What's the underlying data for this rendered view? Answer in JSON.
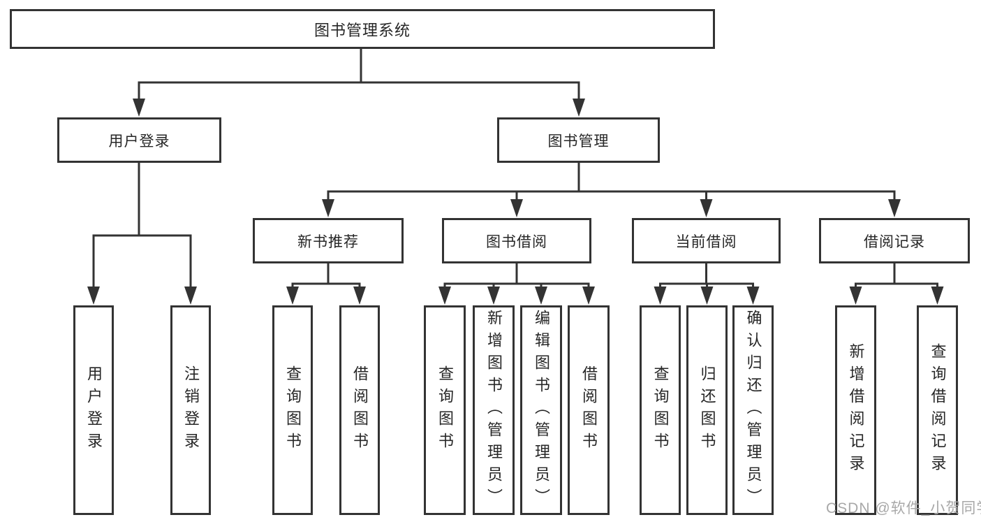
{
  "diagram": {
    "root": {
      "label": "图书管理系统"
    },
    "user_login": {
      "label": "用户登录",
      "children": [
        "用户登录",
        "注销登录"
      ]
    },
    "book_mgmt": {
      "label": "图书管理",
      "sections": {
        "new_books": {
          "label": "新书推荐",
          "children": [
            "查询图书",
            "借阅图书"
          ]
        },
        "book_borrow": {
          "label": "图书借阅",
          "children": [
            "查询图书",
            "新增图书（管理员）",
            "编辑图书（管理员）",
            "借阅图书"
          ]
        },
        "current_borrow": {
          "label": "当前借阅",
          "children": [
            "查询图书",
            "归还图书",
            "确认归还（管理员）"
          ]
        },
        "borrow_records": {
          "label": "借阅记录",
          "children": [
            "新增借阅记录",
            "查询借阅记录"
          ]
        }
      }
    },
    "watermark": "CSDN @软件_小贺同学",
    "colors": {
      "line": "#333333",
      "text": "#262626",
      "background": "#ffffff",
      "watermark": "#a8a8a8"
    }
  }
}
